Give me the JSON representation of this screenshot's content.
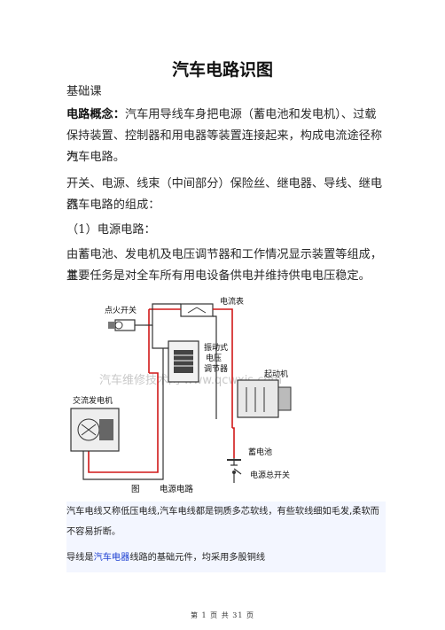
{
  "title": "汽车电路识图",
  "section": "基础课",
  "concept": {
    "term": "电路概念：",
    "line1": "汽车用导线车身把电源（蓄电池和发电机）、过载",
    "line2": "保持装置、控制器和用电器等装置连接起来，构成电流途径称为",
    "line3": "汽车电路。"
  },
  "components": {
    "line1": "开关、电源、线束（中间部分）保险丝、继电器、导线、继电器",
    "line2": "汽车电路的组成："
  },
  "power_heading": "（1）电源电路：",
  "power_desc": {
    "line1": "由蓄电池、发电机及电压调节器和工作情况显示装置等组成，其",
    "line2": "主要任务是对全车所有用电设备供电并维持供电电压稳定。"
  },
  "figure": {
    "ammeter": "电流表",
    "ignition_switch": "点火开关",
    "regulator_1": "振动式",
    "regulator_2": "电压",
    "regulator_3": "调节器",
    "starter": "起动机",
    "alternator": "交流发电机",
    "battery": "蓄电池",
    "master_switch": "电源总开关",
    "caption_prefix": "图",
    "caption": "电源电路",
    "watermark": "汽车维修技术网 www.qcwxjs.com"
  },
  "note1": {
    "line1": "汽车电线又称低压电线,汽车电线都是铜质多芯软线，有些软线细如毛发,柔软而",
    "line2": "不容易折断。"
  },
  "note2": {
    "prefix": "导线是",
    "link": "汽车电器",
    "suffix": "线路的基础元件，均采用多股铜线"
  },
  "footer": "第 1 页 共 31 页"
}
